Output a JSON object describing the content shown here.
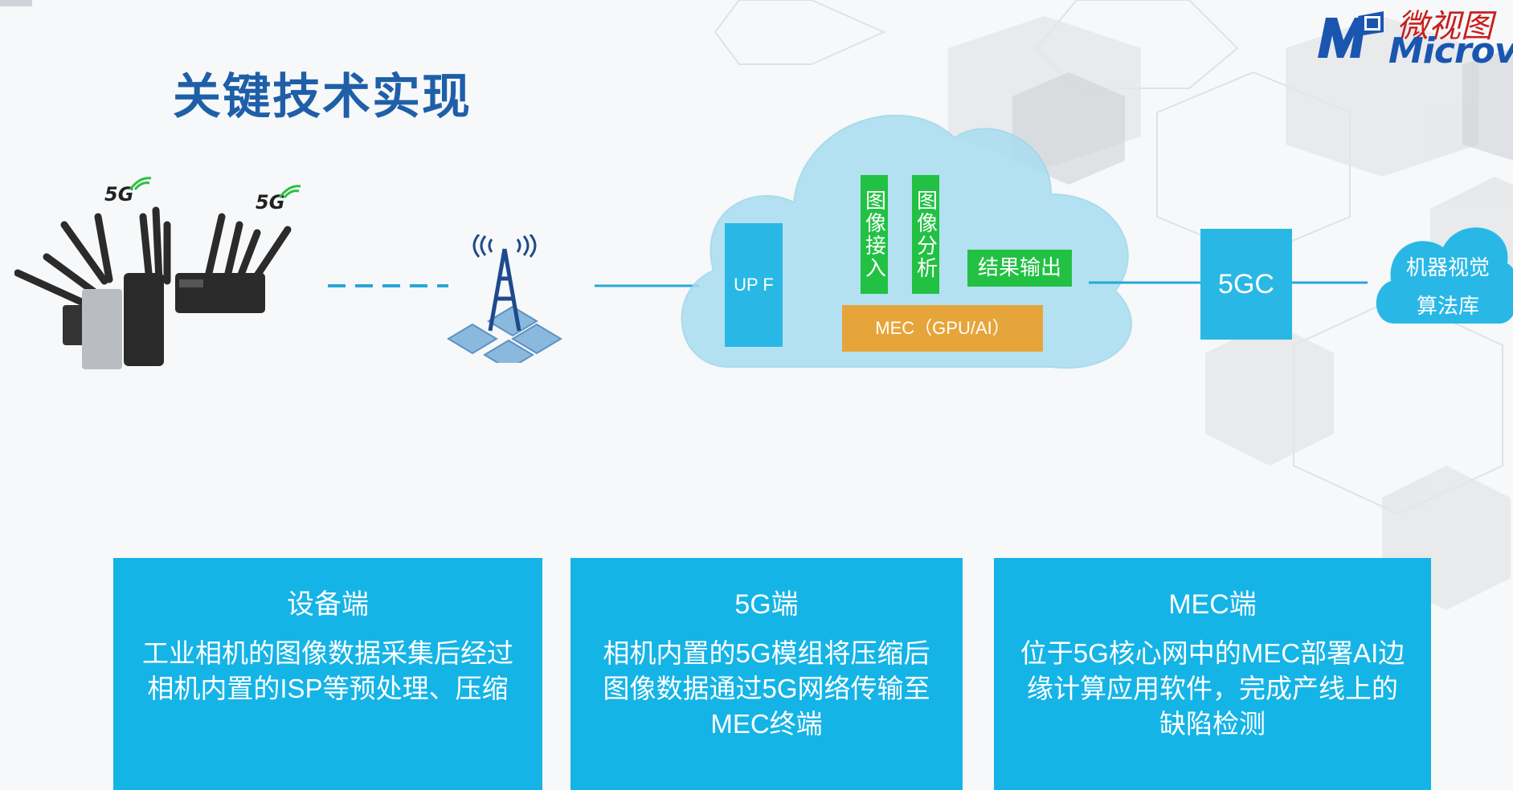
{
  "title": "关键技术实现",
  "logo": {
    "cn": "微视图",
    "en": "Microvie"
  },
  "devices": {
    "badge1": "5G",
    "badge2": "5G"
  },
  "cloud": {
    "upf": "UP F",
    "image_input": "图像接入",
    "image_analysis": "图像分析",
    "result_output": "结果输出",
    "mec": "MEC（GPU/AI）"
  },
  "core": {
    "label": "5GC"
  },
  "library": {
    "line1": "机器视觉",
    "line2": "算法库"
  },
  "cards": [
    {
      "heading": "设备端",
      "body": "工业相机的图像数据采集后经过相机内置的ISP等预处理、压缩"
    },
    {
      "heading": "5G端",
      "body": "相机内置的5G模组将压缩后图像数据通过5G网络传输至MEC终端"
    },
    {
      "heading": "MEC端",
      "body": "位于5G核心网中的MEC部署AI边缘计算应用软件，完成产线上的缺陷检测"
    }
  ],
  "colors": {
    "title": "#1f5fa8",
    "card": "#15b4e6",
    "cloud": "#a8def0",
    "box": "#29b8e6",
    "green": "#22c143",
    "mec": "#e6a53a"
  }
}
